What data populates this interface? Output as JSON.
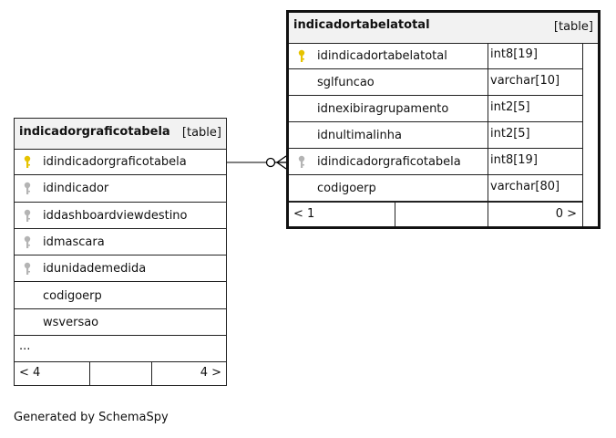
{
  "tables": {
    "left": {
      "name": "indicadorgraficotabela",
      "kind": "[table]",
      "columns": [
        {
          "name": "idindicadorgraficotabela",
          "key": "primary"
        },
        {
          "name": "idindicador",
          "key": "foreign"
        },
        {
          "name": "iddashboardviewdestino",
          "key": "foreign"
        },
        {
          "name": "idmascara",
          "key": "foreign"
        },
        {
          "name": "idunidademedida",
          "key": "foreign"
        },
        {
          "name": "codigoerp",
          "key": "none"
        },
        {
          "name": "wsversao",
          "key": "none"
        }
      ],
      "more": "...",
      "footer": {
        "parents": "< 4",
        "children": "4 >"
      }
    },
    "right": {
      "name": "indicadortabelatotal",
      "kind": "[table]",
      "columns": [
        {
          "name": "idindicadortabelatotal",
          "type": "int8[19]",
          "key": "primary"
        },
        {
          "name": "sglfuncao",
          "type": "varchar[10]",
          "key": "none"
        },
        {
          "name": "idnexibiragrupamento",
          "type": "int2[5]",
          "key": "none"
        },
        {
          "name": "idnultimalinha",
          "type": "int2[5]",
          "key": "none"
        },
        {
          "name": "idindicadorgraficotabela",
          "type": "int8[19]",
          "key": "foreign"
        },
        {
          "name": "codigoerp",
          "type": "varchar[80]",
          "key": "none"
        }
      ],
      "footer": {
        "parents": "< 1",
        "children": "0 >"
      }
    }
  },
  "colors": {
    "primary_key": "#e6c300",
    "foreign_key": "#b4b4b4",
    "header_bg": "#f2f2f2"
  },
  "generated_by": "Generated by SchemaSpy"
}
